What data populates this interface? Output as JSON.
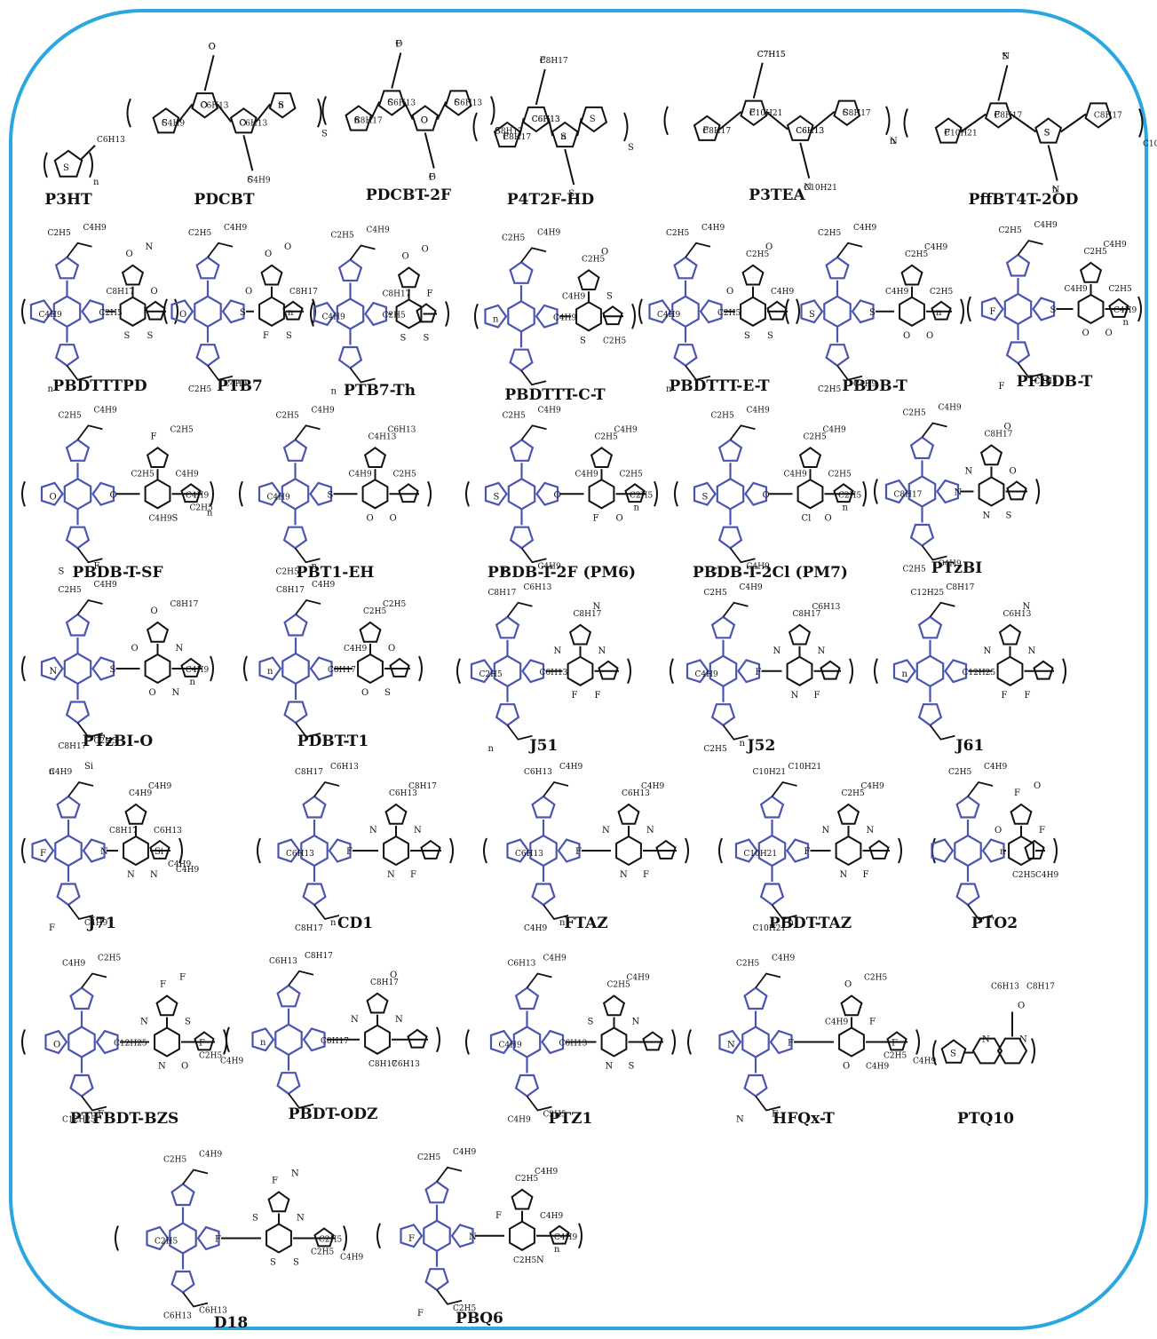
{
  "colors": {
    "frame": "#2aa7e0",
    "donor_unit": "#4a55b0",
    "bond": "#111111"
  },
  "polymers": [
    {
      "name": "P3HT",
      "labels": [
        "C6H13",
        "S",
        "n"
      ]
    },
    {
      "name": "PDCBT",
      "labels": [
        "C4H9",
        "C6H13",
        "O",
        "O",
        "S",
        "S",
        "S",
        "S",
        "O",
        "O",
        "C6H13",
        "C4H9",
        "n"
      ]
    },
    {
      "name": "PDCBT-2F",
      "labels": [
        "C8H17",
        "C6H13",
        "O",
        "O",
        "F",
        "S",
        "S",
        "S",
        "S",
        "F",
        "O",
        "O",
        "C6H13",
        "C8H17",
        "n"
      ]
    },
    {
      "name": "P4T2F-HD",
      "labels": [
        "C8H17",
        "C6H13",
        "F",
        "S",
        "S",
        "S",
        "S",
        "F",
        "C6H13",
        "C8H17",
        "n"
      ]
    },
    {
      "name": "P3TEA",
      "labels": [
        "C8H17",
        "C10H21",
        "C7H15",
        "C6H13",
        "N",
        "S",
        "N",
        "F",
        "F",
        "C7H15",
        "C6H13",
        "C10H21",
        "C8H17",
        "n"
      ]
    },
    {
      "name": "PffBT4T-2OD",
      "labels": [
        "C10H21",
        "C8H17",
        "N",
        "S",
        "N",
        "C8H17",
        "C10H21",
        "F",
        "F",
        "S",
        "S",
        "n"
      ]
    },
    {
      "name": "PBDTTTPD",
      "labels": [
        "C2H5",
        "C4H9",
        "O",
        "N",
        "C8H17",
        "O",
        "S",
        "S",
        "C2H5",
        "C4H9",
        "n"
      ]
    },
    {
      "name": "PTB7",
      "labels": [
        "C2H5",
        "C4H9",
        "O",
        "O",
        "O",
        "C8H17",
        "F",
        "S",
        "S",
        "O",
        "C2H5",
        "C4H9",
        "n"
      ]
    },
    {
      "name": "PTB7-Th",
      "labels": [
        "C2H5",
        "C4H9",
        "O",
        "O",
        "C8H17",
        "F",
        "S",
        "S",
        "C2H5",
        "C4H9",
        "n"
      ]
    },
    {
      "name": "PBDTTT-C-T",
      "labels": [
        "C2H5",
        "C4H9",
        "C2H5",
        "O",
        "C4H9",
        "S",
        "S",
        "C2H5",
        "C4H9",
        "n"
      ]
    },
    {
      "name": "PBDTTT-E-T",
      "labels": [
        "C2H5",
        "C4H9",
        "C2H5",
        "O",
        "O",
        "C4H9",
        "S",
        "S",
        "C2H5",
        "C4H9",
        "n"
      ]
    },
    {
      "name": "PBDB-T",
      "labels": [
        "C2H5",
        "C4H9",
        "C2H5",
        "C4H9",
        "C4H9",
        "C2H5",
        "O",
        "O",
        "S",
        "S",
        "C2H5",
        "C4H9",
        "n"
      ]
    },
    {
      "name": "PFBDB-T",
      "labels": [
        "C2H5",
        "C4H9",
        "C2H5",
        "C4H9",
        "C4H9",
        "C2H5",
        "O",
        "O",
        "S",
        "F",
        "F",
        "C2H5",
        "C4H9",
        "n"
      ]
    },
    {
      "name": "PBDB-T-SF",
      "labels": [
        "C2H5",
        "C4H9",
        "F",
        "C2H5",
        "C2H5",
        "C4H9",
        "C4H9",
        "S",
        "O",
        "O",
        "S",
        "F",
        "C4H9",
        "C2H5",
        "n"
      ]
    },
    {
      "name": "PBT1-EH",
      "labels": [
        "C2H5",
        "C4H9",
        "C4H13",
        "C6H13",
        "C4H9",
        "C2H5",
        "O",
        "O",
        "S",
        "C4H9",
        "C2H5",
        "n"
      ]
    },
    {
      "name": "PBDB-T-2F (PM6)",
      "labels": [
        "C2H5",
        "C4H9",
        "C2H5",
        "C4H9",
        "C4H9",
        "C2H5",
        "F",
        "O",
        "O",
        "S",
        "F",
        "C4H9",
        "C2H5",
        "n"
      ]
    },
    {
      "name": "PBDB-T-2Cl (PM7)",
      "labels": [
        "C2H5",
        "C4H9",
        "C2H5",
        "C4H9",
        "C4H9",
        "C2H5",
        "Cl",
        "O",
        "O",
        "S",
        "Cl",
        "C4H9",
        "C2H5",
        "n"
      ]
    },
    {
      "name": "PTzBI",
      "labels": [
        "C2H5",
        "C4H9",
        "C8H17",
        "O",
        "N",
        "O",
        "N",
        "S",
        "N",
        "C8H17",
        "C2H5",
        "C4H9"
      ]
    },
    {
      "name": "PTzBI-O",
      "labels": [
        "C2H5",
        "C4H9",
        "O",
        "C8H17",
        "O",
        "N",
        "O",
        "N",
        "S",
        "N",
        "C8H17",
        "C2H5",
        "C4H9",
        "n"
      ]
    },
    {
      "name": "PDBT-T1",
      "labels": [
        "C8H17",
        "C4H9",
        "C2H5",
        "C2H5",
        "C4H9",
        "O",
        "O",
        "S",
        "C8H17",
        "n"
      ]
    },
    {
      "name": "J51",
      "labels": [
        "C8H17",
        "C6H13",
        "C8H17",
        "N",
        "N",
        "N",
        "F",
        "F",
        "C6H13",
        "C2H5",
        "n"
      ]
    },
    {
      "name": "J52",
      "labels": [
        "C2H5",
        "C4H9",
        "C8H17",
        "C6H13",
        "N",
        "N",
        "N",
        "F",
        "F",
        "C4H9",
        "C2H5",
        "n"
      ]
    },
    {
      "name": "J61",
      "labels": [
        "C12H25",
        "C8H17",
        "C6H13",
        "N",
        "N",
        "N",
        "F",
        "F",
        "C12H25",
        "n"
      ]
    },
    {
      "name": "J71",
      "labels": [
        "C4H9",
        "Si",
        "C4H9",
        "C4H9",
        "C8H17",
        "C6H13",
        "N",
        "N",
        "N",
        "F",
        "F",
        "C4H9",
        "Si",
        "C4H9",
        "C4H9",
        "n"
      ]
    },
    {
      "name": "CD1",
      "labels": [
        "C8H17",
        "C6H13",
        "C6H13",
        "C8H17",
        "N",
        "N",
        "N",
        "F",
        "F",
        "C6H13",
        "C8H17",
        "n"
      ]
    },
    {
      "name": "FTAZ",
      "labels": [
        "C6H13",
        "C4H9",
        "C6H13",
        "C4H9",
        "N",
        "N",
        "N",
        "F",
        "F",
        "C6H13",
        "C4H9",
        "n"
      ]
    },
    {
      "name": "PBDT-TAZ",
      "labels": [
        "C10H21",
        "C10H21",
        "C2H5",
        "C4H9",
        "N",
        "N",
        "N",
        "F",
        "F",
        "C10H21",
        "C10H21",
        "n"
      ]
    },
    {
      "name": "PTO2",
      "labels": [
        "C2H5",
        "C4H9",
        "F",
        "O",
        "O",
        "F",
        "C2H5",
        "C4H9",
        "n"
      ]
    },
    {
      "name": "PTFBDT-BZS",
      "labels": [
        "C4H9",
        "C2H5",
        "F",
        "F",
        "N",
        "S",
        "N",
        "O",
        "C12H25",
        "O",
        "C12H25",
        "F",
        "F",
        "C2H5",
        "C4H9"
      ]
    },
    {
      "name": "PBDT-ODZ",
      "labels": [
        "C6H13",
        "C8H17",
        "C8H17",
        "O",
        "N",
        "N",
        "C8H17",
        "C6H13",
        "C8H17",
        "n"
      ]
    },
    {
      "name": "PTZ1",
      "labels": [
        "C6H13",
        "C4H9",
        "C2H5",
        "C4H9",
        "S",
        "N",
        "N",
        "S",
        "C6H13",
        "C4H9",
        "C4H9",
        "C2H5"
      ]
    },
    {
      "name": "HFQx-T",
      "labels": [
        "C2H5",
        "C4H9",
        "O",
        "C2H5",
        "C4H9",
        "F",
        "O",
        "C4H9",
        "F",
        "N",
        "N",
        "F",
        "F",
        "C2H5",
        "C4H9"
      ]
    },
    {
      "name": "PTQ10",
      "labels": [
        "C6H13",
        "C8H17",
        "O",
        "N",
        "N",
        "S"
      ]
    },
    {
      "name": "D18",
      "labels": [
        "C2H5",
        "C4H9",
        "F",
        "N",
        "S",
        "N",
        "S",
        "S",
        "F",
        "C2H5",
        "C6H13",
        "C6H13",
        "C2H5",
        "C2H5",
        "C4H9"
      ]
    },
    {
      "name": "PBQ6",
      "labels": [
        "C2H5",
        "C4H9",
        "C2H5",
        "C4H9",
        "F",
        "C4H9",
        "C2H5",
        "N",
        "N",
        "F",
        "F",
        "C2H5",
        "C4H9",
        "n"
      ]
    }
  ]
}
